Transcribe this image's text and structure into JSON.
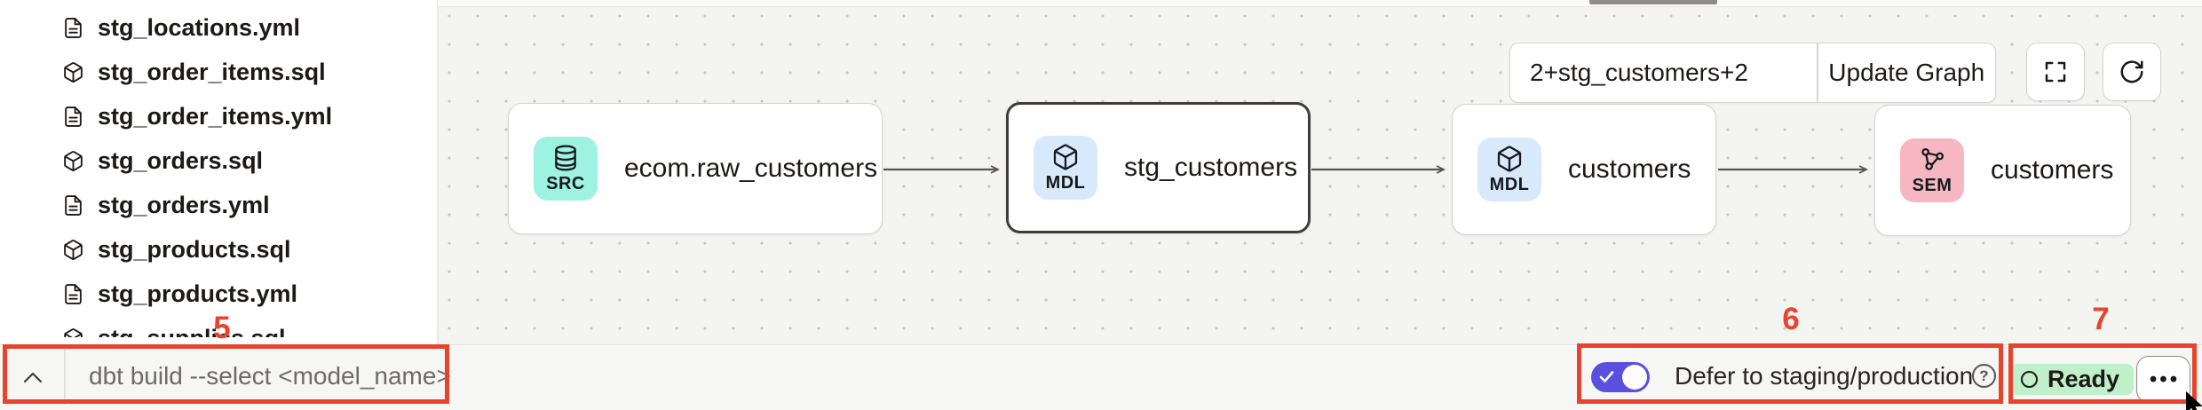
{
  "sidebar": {
    "files": [
      {
        "name": "stg_locations.yml",
        "type": "yml"
      },
      {
        "name": "stg_order_items.sql",
        "type": "sql"
      },
      {
        "name": "stg_order_items.yml",
        "type": "yml"
      },
      {
        "name": "stg_orders.sql",
        "type": "sql"
      },
      {
        "name": "stg_orders.yml",
        "type": "yml"
      },
      {
        "name": "stg_products.sql",
        "type": "sql"
      },
      {
        "name": "stg_products.yml",
        "type": "yml"
      },
      {
        "name": "stg_supplies.sql",
        "type": "sql"
      }
    ]
  },
  "lineage": {
    "toolbar": {
      "selector_value": "2+stg_customers+2",
      "update_button_label": "Update Graph"
    },
    "nodes": [
      {
        "badge": "SRC",
        "label": "ecom.raw_customers",
        "badge_color": "#9EF2E2",
        "selected": false
      },
      {
        "badge": "MDL",
        "label": "stg_customers",
        "badge_color": "#D9E9FC",
        "selected": true
      },
      {
        "badge": "MDL",
        "label": "customers",
        "badge_color": "#D9E9FC",
        "selected": false
      },
      {
        "badge": "SEM",
        "label": "customers",
        "badge_color": "#F6B7C3",
        "selected": false
      }
    ],
    "edges": [
      {
        "from": "ecom.raw_customers",
        "to": "stg_customers"
      },
      {
        "from": "stg_customers",
        "to": "customers (MDL)"
      },
      {
        "from": "customers (MDL)",
        "to": "customers (SEM)"
      }
    ]
  },
  "bottom_bar": {
    "command_placeholder": "dbt build --select <model_name>",
    "defer": {
      "enabled": true,
      "label": "Defer to staging/production",
      "help_glyph": "?",
      "toggle_color": "#5B4FE0"
    },
    "status": {
      "label": "Ready",
      "color": "#BFF0CA"
    },
    "more_menu_glyph": "•••"
  },
  "annotations": {
    "color": "#E8432C",
    "labels": {
      "command_bar": "5",
      "defer_toggle": "6",
      "status_menu": "7"
    }
  }
}
